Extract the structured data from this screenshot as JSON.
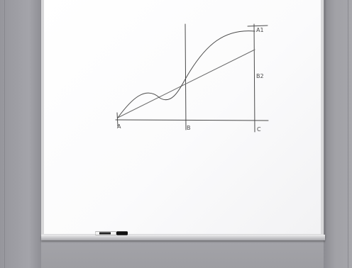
{
  "sketch": {
    "labels": {
      "a": "A",
      "b": "B",
      "c": "C",
      "a1": "A1",
      "b2": "B2"
    }
  },
  "colors": {
    "board": "#ffffff",
    "wall": "#9d9da2",
    "ink": "#4a4a4a",
    "marker_body": "#f2f2f2",
    "marker_cap": "#111111"
  }
}
